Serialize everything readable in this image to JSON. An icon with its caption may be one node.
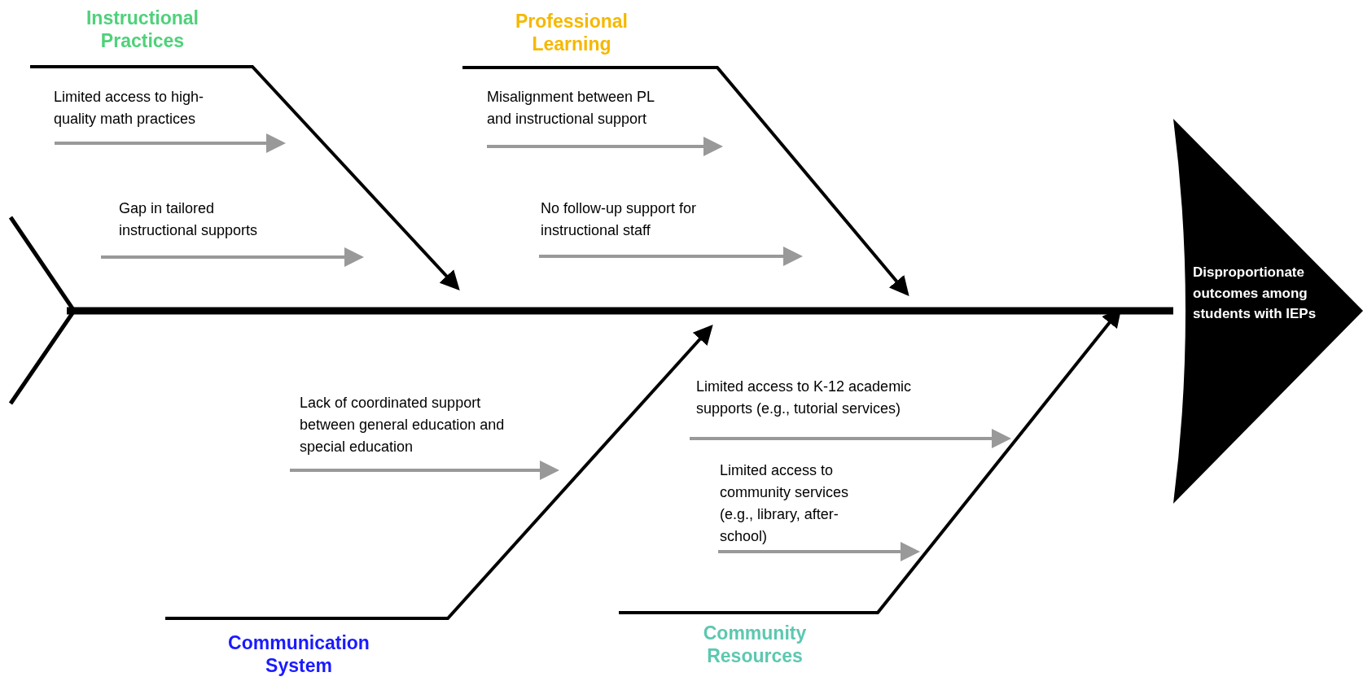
{
  "diagram": {
    "nodes": [
      {
        "text": [
          "Instructional Practices"
        ]
      },
      {
        "text": [
          "Professional Learning"
        ]
      },
      {
        "text": [
          "Communication System"
        ]
      },
      {
        "text": [
          "Community Resources"
        ]
      },
      {
        "text": [
          "Disproportionate outcomes among students with IEPs"
        ]
      },
      {
        "text": [
          "Limited access to high-quality math practices"
        ]
      },
      {
        "text": [
          "Gap in tailored instructional supports"
        ]
      },
      {
        "text": [
          "Misalignment between PL and instructional support"
        ]
      },
      {
        "text": [
          "No follow-up support for instructional staff"
        ]
      },
      {
        "text": [
          "Lack of coordinated support between general education and special education"
        ]
      },
      {
        "text": [
          "Limited access to K-12 academic supports (e.g., tutorial services)"
        ]
      },
      {
        "text": [
          "Limited access to community services (e.g., library, after-school)"
        ]
      },
      {
        "text": [],
        "shape": "chevron"
      }
    ],
    "edges": [
      {
        "from": 12,
        "to": 4,
        "arrow": "none",
        "style": "thick",
        "color": "#000000"
      },
      {
        "from": 0,
        "to": null,
        "arrow": "to",
        "color": "#000000"
      },
      {
        "from": 1,
        "to": null,
        "arrow": "to",
        "color": "#000000"
      },
      {
        "from": 2,
        "to": null,
        "arrow": "to",
        "color": "#000000"
      },
      {
        "from": 3,
        "to": null,
        "arrow": "to",
        "color": "#000000"
      },
      {
        "from": 5,
        "to": null,
        "arrow": "to"
      },
      {
        "from": 6,
        "to": null,
        "arrow": "to"
      },
      {
        "from": 7,
        "to": null,
        "arrow": "to"
      },
      {
        "from": 8,
        "to": null,
        "arrow": "to"
      },
      {
        "from": 9,
        "to": null,
        "arrow": "to"
      },
      {
        "from": 10,
        "to": null,
        "arrow": "to"
      },
      {
        "from": 11,
        "to": null,
        "arrow": "to"
      }
    ]
  }
}
